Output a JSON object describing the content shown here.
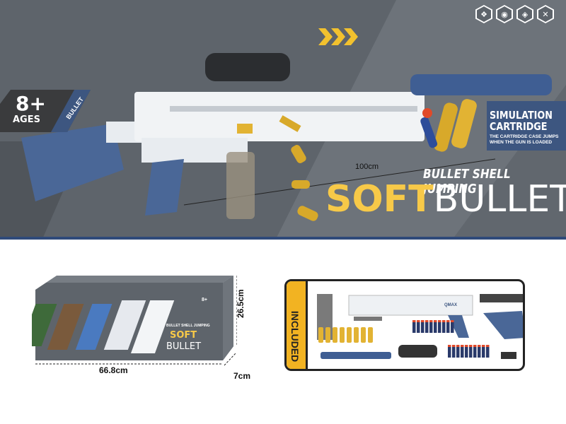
{
  "banner": {
    "age": {
      "number": "8+",
      "label": "AGES",
      "tag": "BULLET"
    },
    "feature_icons": [
      "blocks-hex-icon",
      "safety-hex-icon",
      "sound-hex-icon",
      "cross-hex-icon"
    ],
    "length_label": "100cm",
    "simulation": {
      "title_line1": "SIMULATION",
      "title_line2": "CARTRIDGE",
      "subtitle_line1": "THE CARTRIDGE CASE JUMPS",
      "subtitle_line2": "WHEN THE GUN IS LOADED"
    },
    "tagline": "BULLET SHELL JUMPING",
    "title_soft": "SOFT",
    "title_bullet": "BULLET"
  },
  "package": {
    "width": "66.8cm",
    "height": "26.5cm",
    "depth": "7cm",
    "box_tagline": "BULLET SHELL JUMPING",
    "box_soft": "SOFT",
    "box_bullet": "BULLET",
    "box_age": "8+"
  },
  "included": {
    "label": "INCLUDED",
    "brand": "QMAX",
    "dart_count_row1": 10,
    "dart_count_row2": 10,
    "shell_count": 8
  },
  "colors": {
    "accent_yellow": "#f7c948",
    "brand_blue": "#3d5680",
    "background_gray": "#6d737a"
  }
}
